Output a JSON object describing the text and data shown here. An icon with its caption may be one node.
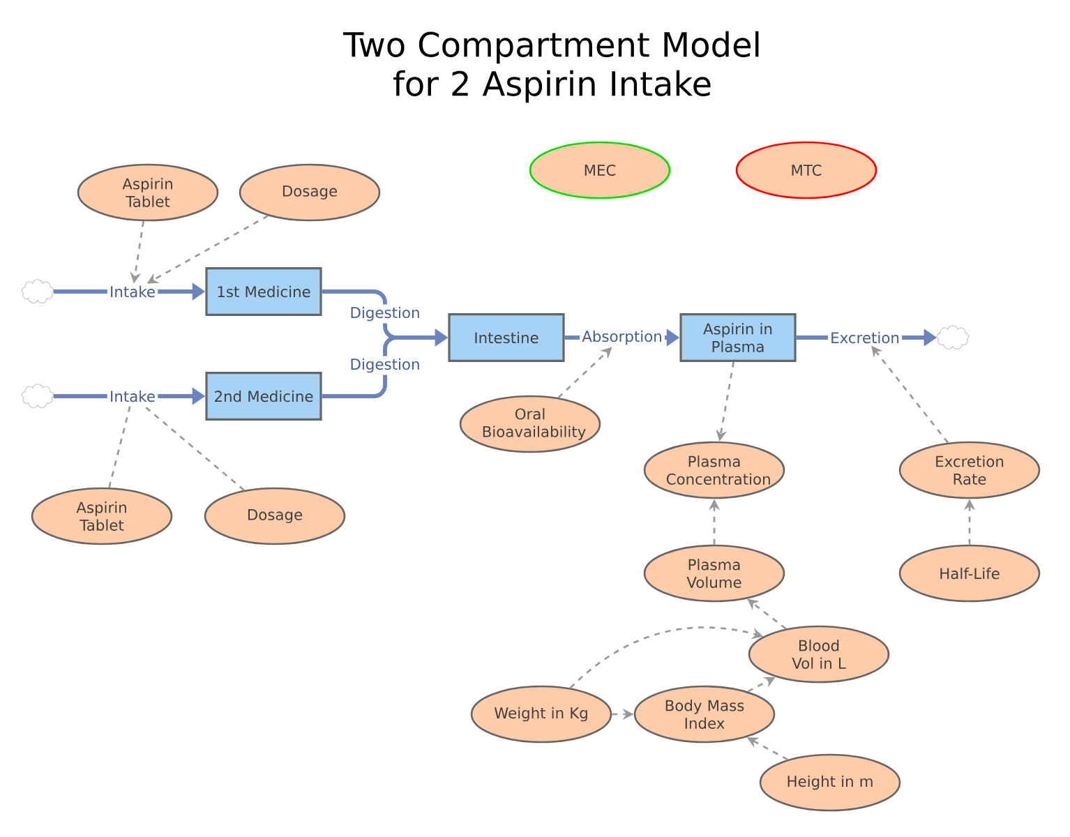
{
  "diagram": {
    "title": "Two Compartment Model for 2 Aspirin Intake",
    "nodes": [
      {
        "text": [
          "Aspirin Tablet"
        ]
      },
      {
        "text": [
          "Dosage"
        ]
      },
      {
        "text": [
          "MEC"
        ]
      },
      {
        "text": [
          "MTC"
        ]
      },
      {
        "text": [],
        "shape": "cloud"
      },
      {
        "text": [
          "Intake"
        ]
      },
      {
        "text": [
          "1st Medicine"
        ]
      },
      {
        "text": [
          "Digestion"
        ]
      },
      {
        "text": [
          "Intestine"
        ]
      },
      {
        "text": [
          "Absorption"
        ]
      },
      {
        "text": [
          "Aspirin in Plasma"
        ]
      },
      {
        "text": [
          "Excretion"
        ]
      },
      {
        "text": [],
        "shape": "cloud"
      },
      {
        "text": [],
        "shape": "cloud"
      },
      {
        "text": [
          "Intake"
        ]
      },
      {
        "text": [
          "2nd Medicine"
        ]
      },
      {
        "text": [
          "Digestion"
        ]
      },
      {
        "text": [
          "Oral Bioavailability"
        ]
      },
      {
        "text": [
          "Plasma Concentration"
        ]
      },
      {
        "text": [
          "Excretion Rate"
        ]
      },
      {
        "text": [
          "Aspirin Tablet"
        ]
      },
      {
        "text": [
          "Dosage"
        ]
      },
      {
        "text": [
          "Plasma Volume"
        ]
      },
      {
        "text": [
          "Half-Life"
        ]
      },
      {
        "text": [
          "Blood Vol in L"
        ]
      },
      {
        "text": [
          "Weight in Kg"
        ]
      },
      {
        "text": [
          "Body Mass Index"
        ]
      },
      {
        "text": [
          "Height in m"
        ]
      }
    ],
    "edges": [
      {
        "from": 4,
        "to": 5,
        "arrow": "none",
        "style": "thick",
        "color": "#6b84bd"
      },
      {
        "from": 5,
        "to": 6,
        "arrow": "to",
        "style": "thick",
        "color": "#6b84bd"
      },
      {
        "from": 6,
        "to": 7,
        "arrow": "none",
        "style": "thick",
        "color": "#6b84bd"
      },
      {
        "from": 7,
        "to": 8,
        "arrow": "to",
        "style": "thick",
        "color": "#6b84bd"
      },
      {
        "from": 13,
        "to": 14,
        "arrow": "none",
        "style": "thick",
        "color": "#6b84bd"
      },
      {
        "from": 14,
        "to": 15,
        "arrow": "to",
        "style": "thick",
        "color": "#6b84bd"
      },
      {
        "from": 15,
        "to": 16,
        "arrow": "none",
        "style": "thick",
        "color": "#6b84bd"
      },
      {
        "from": 16,
        "to": 8,
        "arrow": "to",
        "style": "thick",
        "color": "#6b84bd"
      },
      {
        "from": 8,
        "to": 9,
        "arrow": "none",
        "style": "thick",
        "color": "#6b84bd"
      },
      {
        "from": 9,
        "to": 10,
        "arrow": "to",
        "style": "thick",
        "color": "#6b84bd"
      },
      {
        "from": 10,
        "to": 11,
        "arrow": "none",
        "style": "thick",
        "color": "#6b84bd"
      },
      {
        "from": 11,
        "to": 12,
        "arrow": "to",
        "style": "thick",
        "color": "#6b84bd"
      },
      {
        "from": 0,
        "to": 5,
        "arrow": "to",
        "style": "dashed"
      },
      {
        "from": 1,
        "to": 5,
        "arrow": "to",
        "style": "dashed"
      },
      {
        "from": 20,
        "to": 14,
        "arrow": "none",
        "style": "dashed"
      },
      {
        "from": 21,
        "to": 14,
        "arrow": "none",
        "style": "dashed"
      },
      {
        "from": 17,
        "to": 9,
        "arrow": "to",
        "style": "dashed"
      },
      {
        "from": 10,
        "to": 18,
        "arrow": "to",
        "style": "dashed"
      },
      {
        "from": 19,
        "to": 11,
        "arrow": "to",
        "style": "dashed"
      },
      {
        "from": 22,
        "to": 18,
        "arrow": "to",
        "style": "dashed"
      },
      {
        "from": 23,
        "to": 19,
        "arrow": "to",
        "style": "dashed"
      },
      {
        "from": 24,
        "to": 22,
        "arrow": "to",
        "style": "dashed"
      },
      {
        "from": 25,
        "to": 24,
        "arrow": "to",
        "style": "dashed"
      },
      {
        "from": 25,
        "to": 26,
        "arrow": "to",
        "style": "dashed"
      },
      {
        "from": 26,
        "to": 24,
        "arrow": "to",
        "style": "dashed"
      },
      {
        "from": 27,
        "to": 26,
        "arrow": "to",
        "style": "dashed"
      }
    ]
  }
}
